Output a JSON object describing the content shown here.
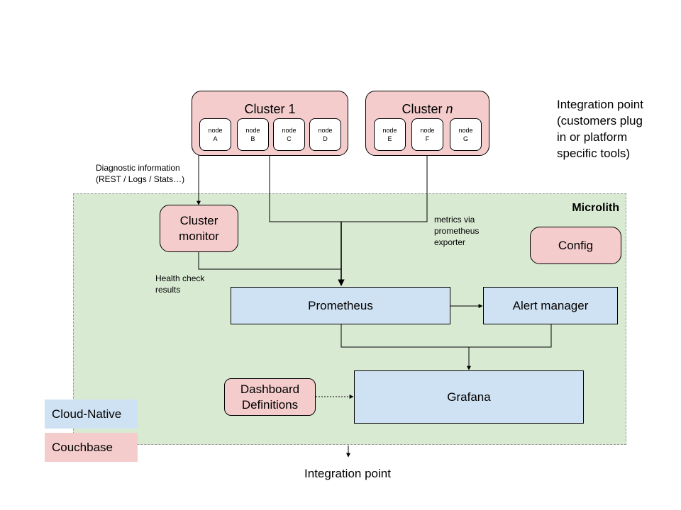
{
  "clusters": [
    {
      "name": "Cluster 1",
      "nodes": [
        {
          "label": "node",
          "id": "A"
        },
        {
          "label": "node",
          "id": "B"
        },
        {
          "label": "node",
          "id": "C"
        },
        {
          "label": "node",
          "id": "D"
        }
      ]
    },
    {
      "name": "Cluster",
      "name_italic": "n",
      "nodes": [
        {
          "label": "node",
          "id": "E"
        },
        {
          "label": "node",
          "id": "F"
        },
        {
          "label": "node",
          "id": "G"
        }
      ]
    }
  ],
  "integration_top": [
    "Integration point",
    "(customers plug",
    "in or platform",
    "specific tools)"
  ],
  "integration_bottom": "Integration point",
  "microlith_label": "Microlith",
  "diagnostic_text": [
    "Diagnostic information",
    "(REST / Logs / Stats…)"
  ],
  "metrics_text": [
    "metrics via",
    "prometheus",
    "exporter"
  ],
  "health_text": [
    "Health check",
    "results"
  ],
  "boxes": {
    "cluster_monitor": [
      "Cluster",
      "monitor"
    ],
    "config": "Config",
    "prometheus": "Prometheus",
    "alert_manager": "Alert manager",
    "dashboard_definitions": [
      "Dashboard",
      "Definitions"
    ],
    "grafana": "Grafana"
  },
  "legend": {
    "cloud_native": "Cloud-Native",
    "couchbase": "Couchbase"
  },
  "colors": {
    "couchbase_pink": "#f4cccc",
    "cloud_native_blue": "#cfe2f3",
    "microlith_green": "#d9ead3"
  }
}
